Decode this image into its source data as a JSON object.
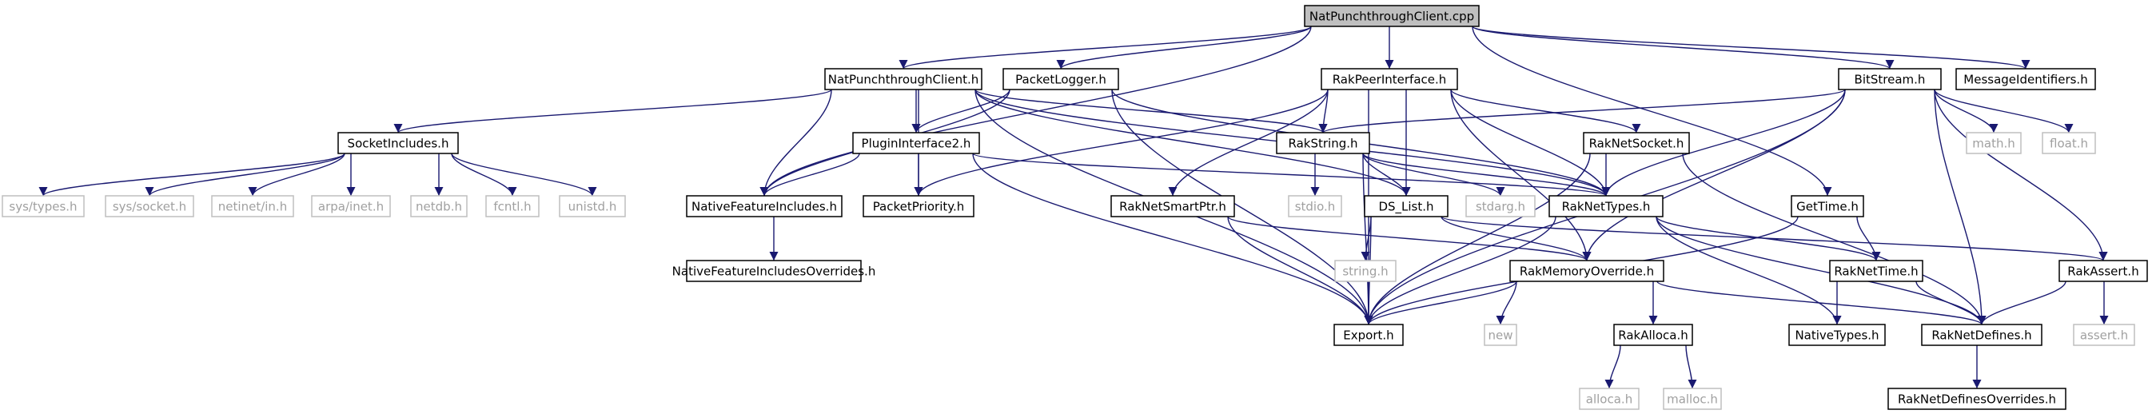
{
  "colors": {
    "edge": "#191970",
    "root_fill": "#bfbfbf",
    "external_border": "#bfbfbf",
    "external_text": "#a0a0a0"
  },
  "nodes": {
    "n1": {
      "label": "NatPunchthroughClient.cpp",
      "kind": "root"
    },
    "n2": {
      "label": "NatPunchthroughClient.h",
      "kind": "real"
    },
    "n3": {
      "label": "PacketLogger.h",
      "kind": "real"
    },
    "n4": {
      "label": "RakPeerInterface.h",
      "kind": "real"
    },
    "n5": {
      "label": "BitStream.h",
      "kind": "real"
    },
    "n6": {
      "label": "MessageIdentifiers.h",
      "kind": "real"
    },
    "n7": {
      "label": "SocketIncludes.h",
      "kind": "real"
    },
    "n8": {
      "label": "PluginInterface2.h",
      "kind": "real"
    },
    "n9": {
      "label": "RakString.h",
      "kind": "real"
    },
    "n10": {
      "label": "RakNetSocket.h",
      "kind": "real"
    },
    "n11": {
      "label": "sys/types.h",
      "kind": "ext"
    },
    "n12": {
      "label": "sys/socket.h",
      "kind": "ext"
    },
    "n13": {
      "label": "netinet/in.h",
      "kind": "ext"
    },
    "n14": {
      "label": "arpa/inet.h",
      "kind": "ext"
    },
    "n15": {
      "label": "netdb.h",
      "kind": "ext"
    },
    "n16": {
      "label": "fcntl.h",
      "kind": "ext"
    },
    "n17": {
      "label": "unistd.h",
      "kind": "ext"
    },
    "n18": {
      "label": "NativeFeatureIncludes.h",
      "kind": "real"
    },
    "n19": {
      "label": "PacketPriority.h",
      "kind": "real"
    },
    "n20": {
      "label": "RakNetSmartPtr.h",
      "kind": "real"
    },
    "n21": {
      "label": "stdio.h",
      "kind": "ext"
    },
    "n22": {
      "label": "DS_List.h",
      "kind": "real"
    },
    "n23": {
      "label": "stdarg.h",
      "kind": "ext"
    },
    "n24": {
      "label": "RakNetTypes.h",
      "kind": "real"
    },
    "n25": {
      "label": "GetTime.h",
      "kind": "real"
    },
    "n26": {
      "label": "math.h",
      "kind": "ext"
    },
    "n27": {
      "label": "float.h",
      "kind": "ext"
    },
    "n28": {
      "label": "NativeFeatureIncludesOverrides.h",
      "kind": "real"
    },
    "n29": {
      "label": "string.h",
      "kind": "ext"
    },
    "n30": {
      "label": "RakMemoryOverride.h",
      "kind": "real"
    },
    "n31": {
      "label": "RakNetTime.h",
      "kind": "real"
    },
    "n32": {
      "label": "RakAssert.h",
      "kind": "real"
    },
    "n33": {
      "label": "new",
      "kind": "ext"
    },
    "n34": {
      "label": "RakAlloca.h",
      "kind": "real"
    },
    "n35": {
      "label": "Export.h",
      "kind": "real"
    },
    "n36": {
      "label": "NativeTypes.h",
      "kind": "real"
    },
    "n37": {
      "label": "RakNetDefines.h",
      "kind": "real"
    },
    "n38": {
      "label": "assert.h",
      "kind": "ext"
    },
    "n39": {
      "label": "alloca.h",
      "kind": "ext"
    },
    "n40": {
      "label": "malloc.h",
      "kind": "ext"
    },
    "n41": {
      "label": "RakNetDefinesOverrides.h",
      "kind": "real"
    }
  },
  "edges": [
    [
      "n1",
      "n2"
    ],
    [
      "n1",
      "n3"
    ],
    [
      "n1",
      "n4"
    ],
    [
      "n1",
      "n5"
    ],
    [
      "n1",
      "n6"
    ],
    [
      "n1",
      "n18"
    ],
    [
      "n1",
      "n25"
    ],
    [
      "n2",
      "n7"
    ],
    [
      "n2",
      "n8"
    ],
    [
      "n2",
      "n18"
    ],
    [
      "n2",
      "n19"
    ],
    [
      "n2",
      "n9"
    ],
    [
      "n2",
      "n24"
    ],
    [
      "n2",
      "n35"
    ],
    [
      "n2",
      "n22"
    ],
    [
      "n3",
      "n8"
    ],
    [
      "n3",
      "n18"
    ],
    [
      "n3",
      "n24"
    ],
    [
      "n3",
      "n35"
    ],
    [
      "n4",
      "n19"
    ],
    [
      "n4",
      "n9"
    ],
    [
      "n4",
      "n10"
    ],
    [
      "n4",
      "n20"
    ],
    [
      "n4",
      "n22"
    ],
    [
      "n4",
      "n24"
    ],
    [
      "n4",
      "n30"
    ],
    [
      "n4",
      "n35"
    ],
    [
      "n5",
      "n9"
    ],
    [
      "n5",
      "n24"
    ],
    [
      "n5",
      "n26"
    ],
    [
      "n5",
      "n27"
    ],
    [
      "n5",
      "n30"
    ],
    [
      "n5",
      "n32"
    ],
    [
      "n5",
      "n37"
    ],
    [
      "n5",
      "n35"
    ],
    [
      "n7",
      "n11"
    ],
    [
      "n7",
      "n12"
    ],
    [
      "n7",
      "n13"
    ],
    [
      "n7",
      "n14"
    ],
    [
      "n7",
      "n15"
    ],
    [
      "n7",
      "n16"
    ],
    [
      "n7",
      "n17"
    ],
    [
      "n8",
      "n18"
    ],
    [
      "n8",
      "n19"
    ],
    [
      "n8",
      "n24"
    ],
    [
      "n8",
      "n35"
    ],
    [
      "n9",
      "n21"
    ],
    [
      "n9",
      "n22"
    ],
    [
      "n9",
      "n23"
    ],
    [
      "n9",
      "n24"
    ],
    [
      "n9",
      "n35"
    ],
    [
      "n10",
      "n24"
    ],
    [
      "n10",
      "n35"
    ],
    [
      "n10",
      "n37"
    ],
    [
      "n18",
      "n28"
    ],
    [
      "n20",
      "n35"
    ],
    [
      "n20",
      "n30"
    ],
    [
      "n22",
      "n29"
    ],
    [
      "n22",
      "n30"
    ],
    [
      "n22",
      "n32"
    ],
    [
      "n22",
      "n35"
    ],
    [
      "n24",
      "n31"
    ],
    [
      "n24",
      "n36"
    ],
    [
      "n24",
      "n37"
    ],
    [
      "n24",
      "n35"
    ],
    [
      "n25",
      "n31"
    ],
    [
      "n25",
      "n35"
    ],
    [
      "n30",
      "n33"
    ],
    [
      "n30",
      "n34"
    ],
    [
      "n30",
      "n35"
    ],
    [
      "n30",
      "n37"
    ],
    [
      "n31",
      "n36"
    ],
    [
      "n31",
      "n37"
    ],
    [
      "n32",
      "n38"
    ],
    [
      "n32",
      "n37"
    ],
    [
      "n34",
      "n39"
    ],
    [
      "n34",
      "n40"
    ],
    [
      "n37",
      "n41"
    ]
  ]
}
